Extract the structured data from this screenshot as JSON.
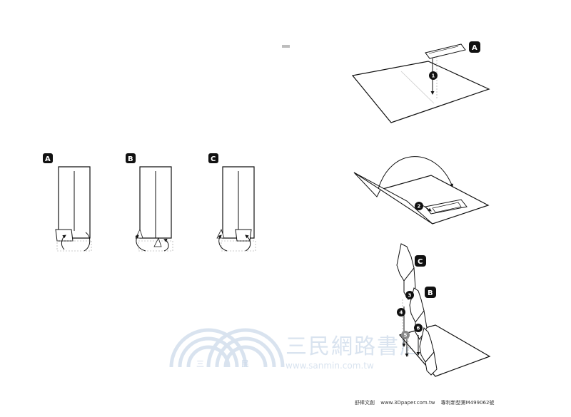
{
  "panels": [
    {
      "label": "A"
    },
    {
      "label": "B"
    },
    {
      "label": "C"
    }
  ],
  "right_labels": {
    "a": "A",
    "b": "B",
    "c": "C"
  },
  "steps": [
    "1",
    "2",
    "3",
    "4",
    "5",
    "6"
  ],
  "watermark": {
    "chinese": "三民網路書店",
    "url": "www.sanmin.com.tw",
    "logo_left": "三",
    "logo_right": "民"
  },
  "footer": {
    "brand": "舒棒文創",
    "website": "www.3Dpaper.com.tw",
    "patent": "專利新型第M499062號"
  }
}
